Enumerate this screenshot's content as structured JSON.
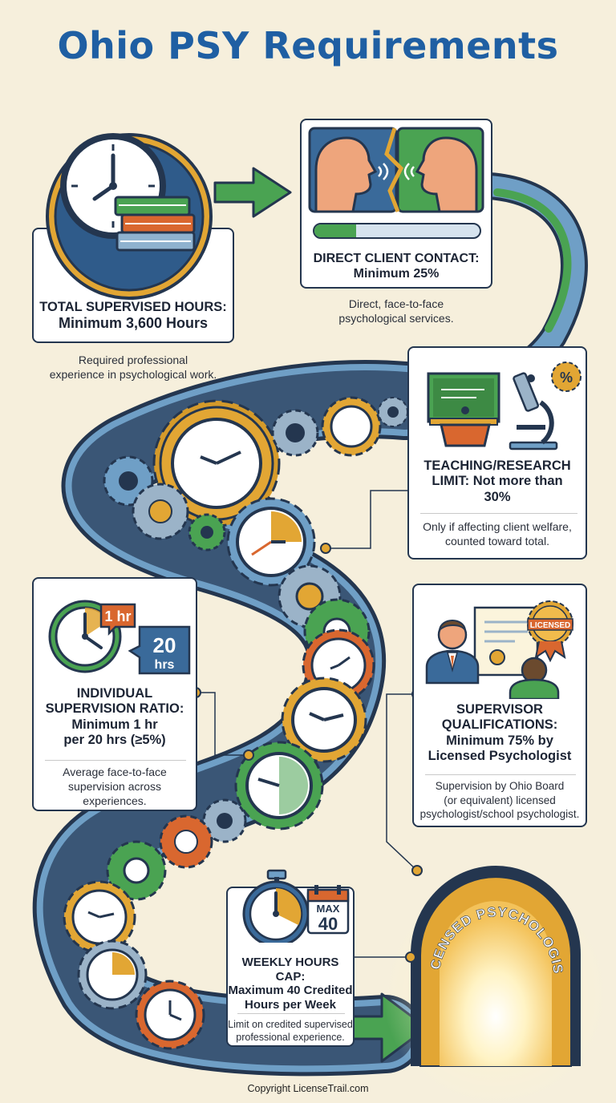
{
  "title": "Ohio PSY Requirements",
  "steps": [
    {
      "title_line1": "TOTAL SUPERVISED HOURS:",
      "title_line2": "Minimum 3,600 Hours",
      "desc_line1": "Required professional",
      "desc_line2": "experience in psychological work."
    },
    {
      "title_line1": "DIRECT CLIENT CONTACT:",
      "title_line2": "Minimum 25%",
      "desc_line1": "Direct, face-to-face",
      "desc_line2": "psychological services."
    },
    {
      "title_line1": "TEACHING/RESEARCH",
      "title_line2": "LIMIT: Not more than",
      "title_line3": "30%",
      "desc_line1": "Only if affecting client welfare,",
      "desc_line2": "counted toward total."
    },
    {
      "title_line1": "INDIVIDUAL",
      "title_line2": "SUPERVISION RATIO:",
      "title_line3": "Minimum 1 hr",
      "title_line4": "per 20 hrs (≥5%)",
      "desc_line1": "Average face-to-face",
      "desc_line2": "supervision across",
      "desc_line3": "experiences.",
      "badge_small": "1 hr",
      "badge_big_num": "20",
      "badge_big_unit": "hrs"
    },
    {
      "title_line1": "SUPERVISOR",
      "title_line2": "QUALIFICATIONS:",
      "title_line3": "Minimum 75% by",
      "title_line4": "Licensed Psychologist",
      "desc_line1": "Supervision by Ohio Board",
      "desc_line2": "(or equivalent) licensed",
      "desc_line3": "psychologist/school psychologist.",
      "seal_text": "LICENSED"
    },
    {
      "title_line1": "WEEKLY HOURS CAP:",
      "title_line2": "Maximum 40 Credited",
      "title_line3": "Hours per Week",
      "desc_line1": "Limit on credited supervised",
      "desc_line2": "professional experience.",
      "calendar_top": "MAX",
      "calendar_num": "40"
    }
  ],
  "portal_text": "LICENSED PSYCHOLOGIST",
  "copyright": "Copyright LicenseTrail.com",
  "progress": {
    "direct_contact_fill": 0.25
  },
  "colors": {
    "title": "#1f5fa3",
    "navy": "#24364f",
    "green": "#3f9a4a",
    "gold": "#e2a634",
    "orange": "#d9672f",
    "background": "#f6efdc"
  },
  "icons": [
    "clock-icon",
    "books-icon",
    "faces-conversation-icon",
    "chalkboard-icon",
    "microscope-icon",
    "percent-badge-icon",
    "supervisor-icon",
    "certificate-icon",
    "stopwatch-icon",
    "calendar-icon",
    "gear-icon",
    "portal-icon"
  ]
}
